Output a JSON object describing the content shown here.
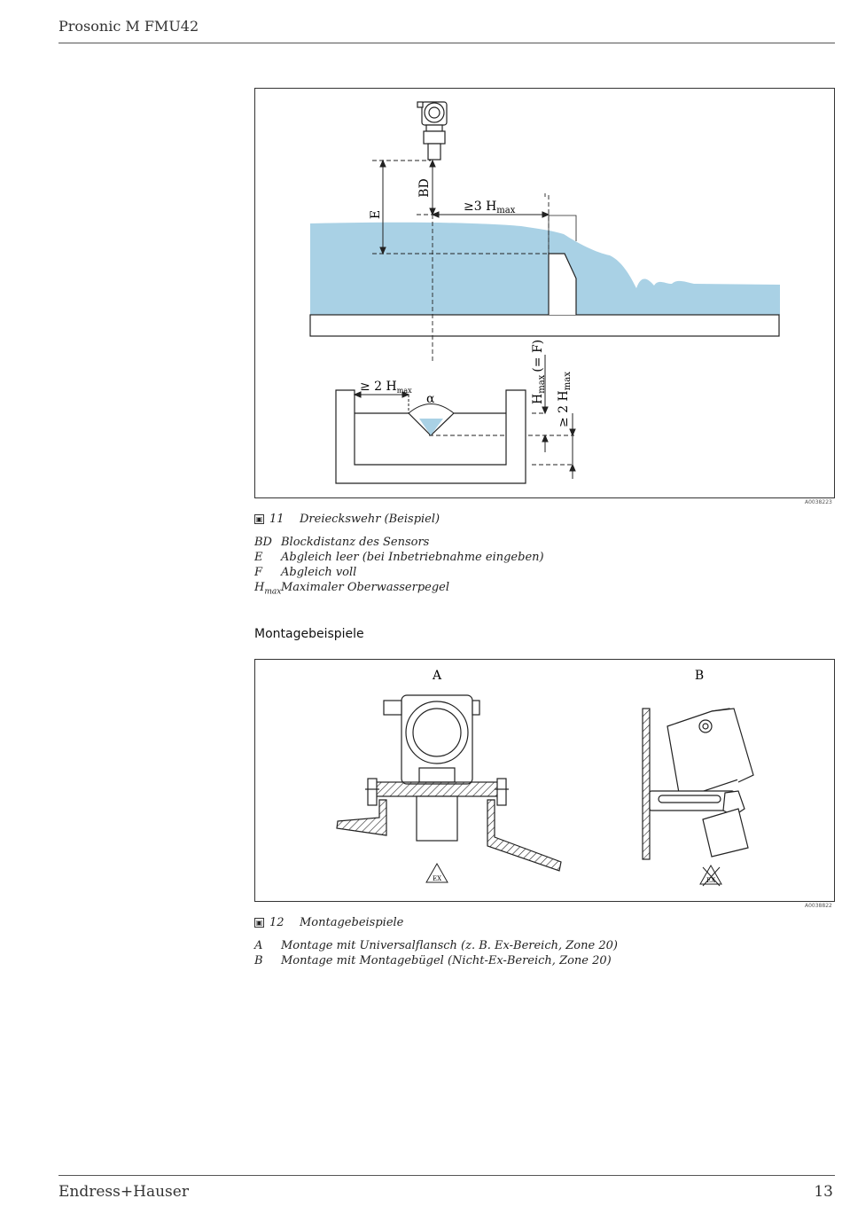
{
  "header": {
    "title": "Prosonic M FMU42"
  },
  "figure1": {
    "id": "A0038223",
    "labels": {
      "e": "E",
      "bd": "BD",
      "ge3": "≥3 H",
      "ge2a": "≥ 2 H",
      "alpha": "α",
      "hmaxf": "H",
      "hmaxf_tail": "(= F)",
      "ge2b": "≥ 2 H",
      "max": "max"
    },
    "caption": {
      "number": "11",
      "text": "Dreieckswehr (Beispiel)"
    },
    "legend": [
      {
        "key": "BD",
        "text": "Blockdistanz des Sensors"
      },
      {
        "key": "E",
        "text": "Abgleich leer (bei Inbetriebnahme eingeben)"
      },
      {
        "key": "F",
        "text": "Abgleich voll"
      },
      {
        "key": "H",
        "key_sub": "max",
        "text": "Maximaler Oberwasserpegel"
      }
    ]
  },
  "section_title": "Montagebeispiele",
  "figure2": {
    "id": "A0038822",
    "label_a": "A",
    "label_b": "B",
    "ex_mark": "EX",
    "caption": {
      "number": "12",
      "text": "Montagebeispiele"
    },
    "legend": [
      {
        "key": "A",
        "text": "Montage mit Universalflansch (z. B. Ex-Bereich, Zone 20)"
      },
      {
        "key": "B",
        "text": "Montage mit Montagebügel (Nicht-Ex-Bereich, Zone 20)"
      }
    ]
  },
  "footer": {
    "brand": "Endress+Hauser",
    "page": "13"
  },
  "colors": {
    "water": "#a9d1e5",
    "line": "#222222"
  }
}
